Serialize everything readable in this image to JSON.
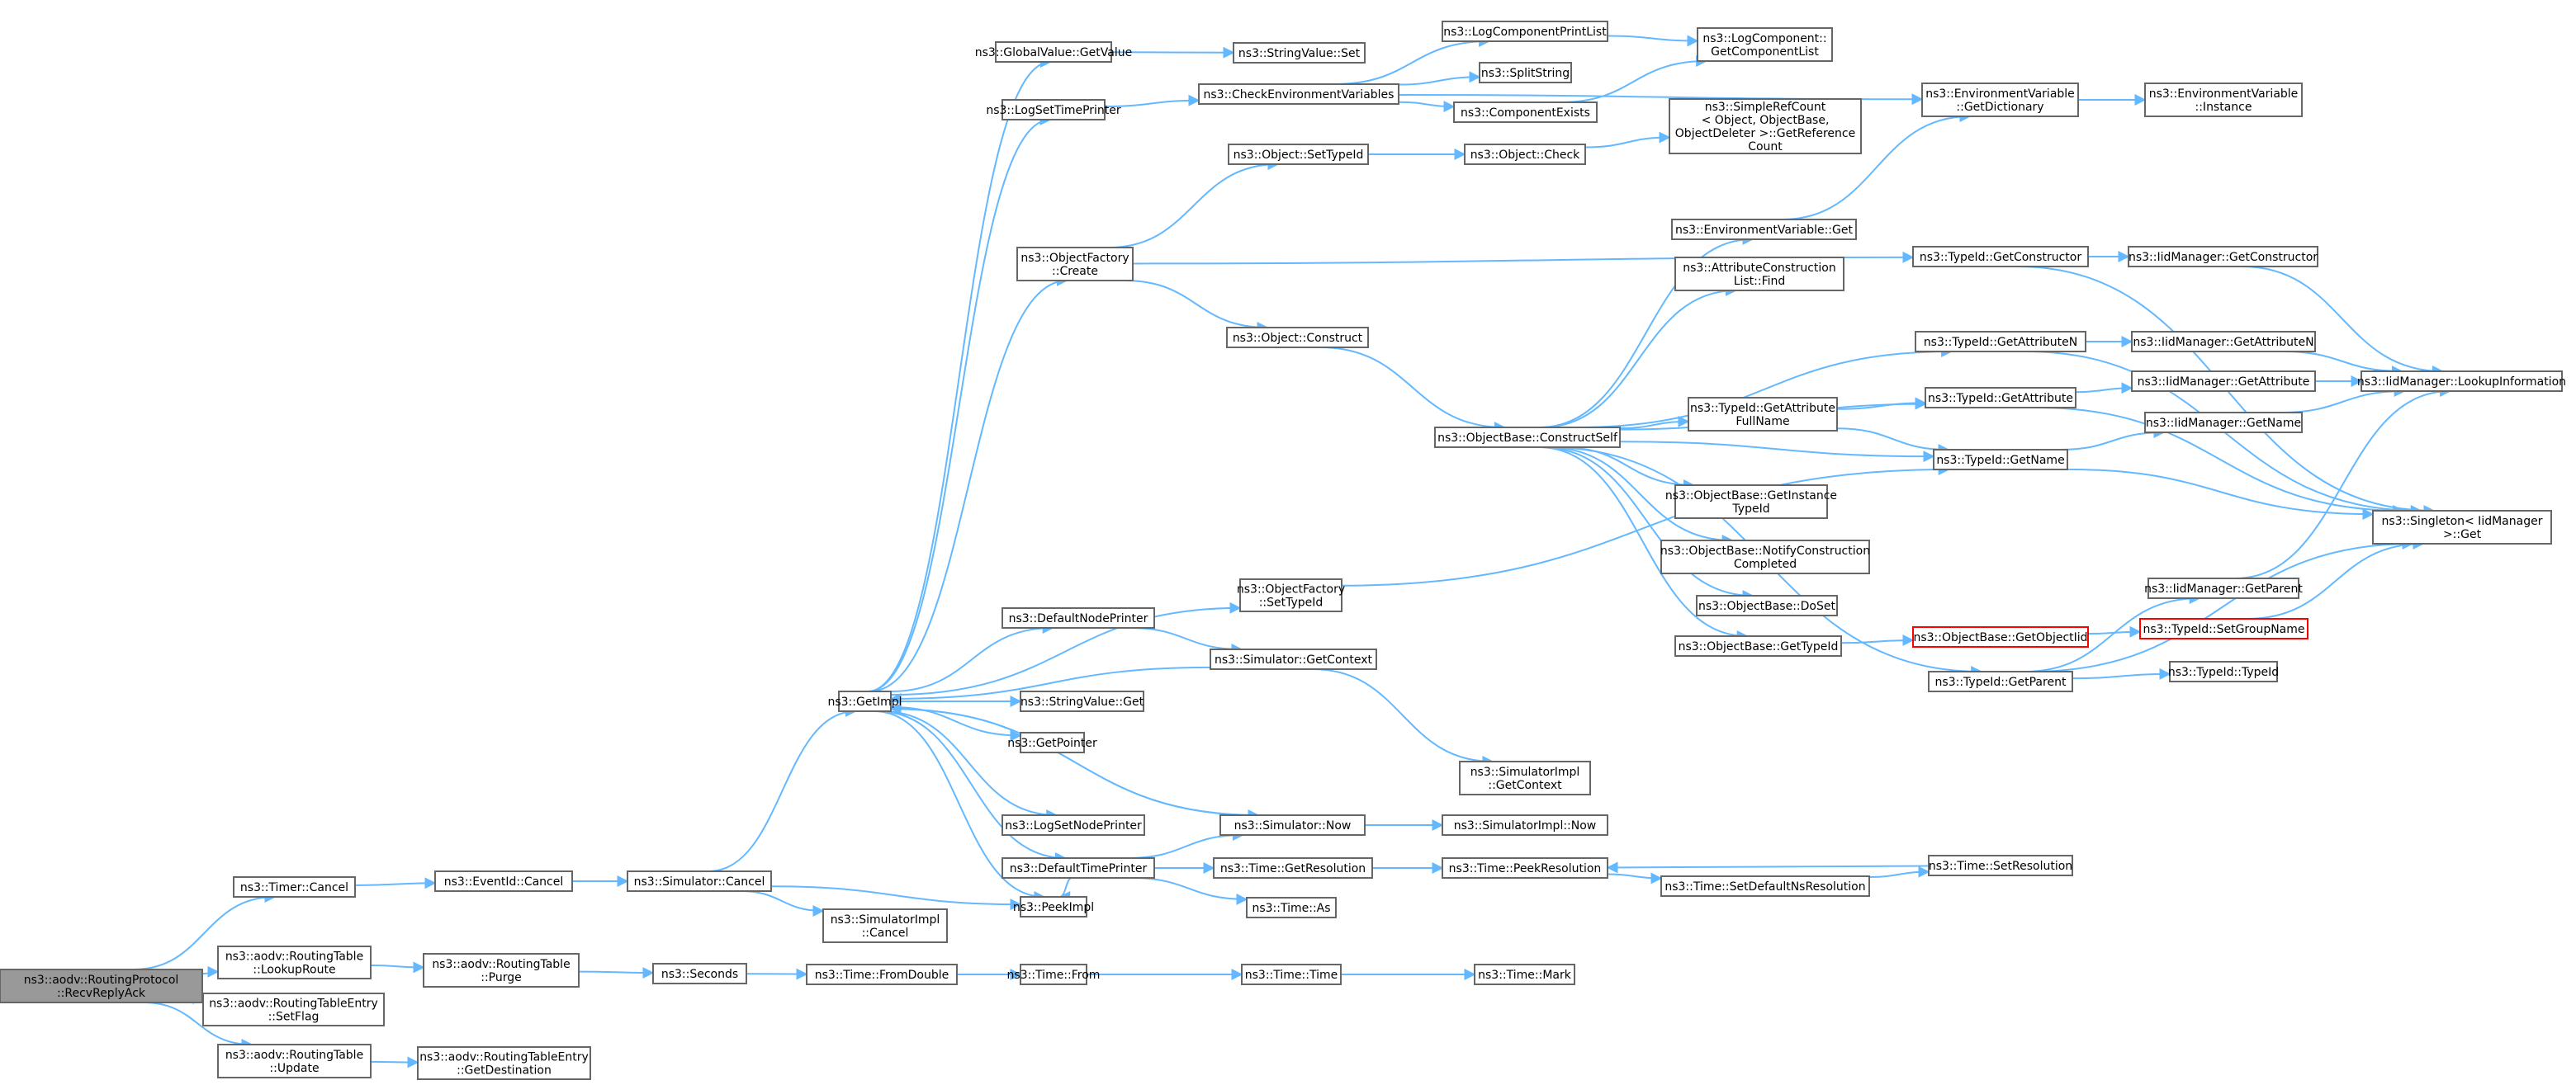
{
  "colors": {
    "edge": "#63b8ff",
    "node_border": "#666666",
    "root_fill": "#999999",
    "highlight_border": "#ff0000",
    "background": "#ffffff"
  },
  "nodes": [
    {
      "id": "recv",
      "lines": [
        "ns3::aodv::RoutingProtocol",
        "::RecvReplyAck"
      ],
      "kind": "root"
    },
    {
      "id": "timer_cancel",
      "lines": [
        "ns3::Timer::Cancel"
      ]
    },
    {
      "id": "lookup_route",
      "lines": [
        "ns3::aodv::RoutingTable",
        "::LookupRoute"
      ]
    },
    {
      "id": "set_flag",
      "lines": [
        "ns3::aodv::RoutingTableEntry",
        "::SetFlag"
      ]
    },
    {
      "id": "rt_update",
      "lines": [
        "ns3::aodv::RoutingTable",
        "::Update"
      ]
    },
    {
      "id": "eventid_cancel",
      "lines": [
        "ns3::EventId::Cancel"
      ]
    },
    {
      "id": "rt_purge",
      "lines": [
        "ns3::aodv::RoutingTable",
        "::Purge"
      ]
    },
    {
      "id": "get_destination",
      "lines": [
        "ns3::aodv::RoutingTableEntry",
        "::GetDestination"
      ]
    },
    {
      "id": "sim_cancel",
      "lines": [
        "ns3::Simulator::Cancel"
      ]
    },
    {
      "id": "seconds",
      "lines": [
        "ns3::Seconds"
      ]
    },
    {
      "id": "simimpl_cancel",
      "lines": [
        "ns3::SimulatorImpl",
        "::Cancel"
      ]
    },
    {
      "id": "time_fromdouble",
      "lines": [
        "ns3::Time::FromDouble"
      ]
    },
    {
      "id": "getimpl",
      "lines": [
        "ns3::GetImpl"
      ]
    },
    {
      "id": "peekimpl",
      "lines": [
        "ns3::PeekImpl"
      ]
    },
    {
      "id": "time_from",
      "lines": [
        "ns3::Time::From"
      ]
    },
    {
      "id": "globalvalue_getvalue",
      "lines": [
        "ns3::GlobalValue::GetValue"
      ]
    },
    {
      "id": "logsettimeprinter",
      "lines": [
        "ns3::LogSetTimePrinter"
      ]
    },
    {
      "id": "objectfactory_create",
      "lines": [
        "ns3::ObjectFactory",
        "::Create"
      ]
    },
    {
      "id": "objectfactory_settypeid",
      "lines": [
        "ns3::ObjectFactory",
        "::SetTypeId"
      ]
    },
    {
      "id": "defaultnodeprinter",
      "lines": [
        "ns3::DefaultNodePrinter"
      ]
    },
    {
      "id": "stringvalue_get",
      "lines": [
        "ns3::StringValue::Get"
      ]
    },
    {
      "id": "getpointer",
      "lines": [
        "ns3::GetPointer"
      ]
    },
    {
      "id": "logsetnodeprinter",
      "lines": [
        "ns3::LogSetNodePrinter"
      ]
    },
    {
      "id": "defaulttimeprinter",
      "lines": [
        "ns3::DefaultTimePrinter"
      ]
    },
    {
      "id": "stringvalue_set",
      "lines": [
        "ns3::StringValue::Set"
      ]
    },
    {
      "id": "checkenvvars",
      "lines": [
        "ns3::CheckEnvironmentVariables"
      ]
    },
    {
      "id": "object_settypeid",
      "lines": [
        "ns3::Object::SetTypeId"
      ]
    },
    {
      "id": "object_construct",
      "lines": [
        "ns3::Object::Construct"
      ]
    },
    {
      "id": "sim_getcontext",
      "lines": [
        "ns3::Simulator::GetContext"
      ]
    },
    {
      "id": "sim_now",
      "lines": [
        "ns3::Simulator::Now"
      ]
    },
    {
      "id": "time_getresolution",
      "lines": [
        "ns3::Time::GetResolution"
      ]
    },
    {
      "id": "time_as",
      "lines": [
        "ns3::Time::As"
      ]
    },
    {
      "id": "time_time",
      "lines": [
        "ns3::Time::Time"
      ]
    },
    {
      "id": "logcompprintlist",
      "lines": [
        "ns3::LogComponentPrintList"
      ]
    },
    {
      "id": "splitstring",
      "lines": [
        "ns3::SplitString"
      ]
    },
    {
      "id": "componentexists",
      "lines": [
        "ns3::ComponentExists"
      ]
    },
    {
      "id": "object_check",
      "lines": [
        "ns3::Object::Check"
      ]
    },
    {
      "id": "objectbase_constructself",
      "lines": [
        "ns3::ObjectBase::ConstructSelf"
      ]
    },
    {
      "id": "simimpl_getcontext",
      "lines": [
        "ns3::SimulatorImpl",
        "::GetContext"
      ]
    },
    {
      "id": "simimpl_now",
      "lines": [
        "ns3::SimulatorImpl::Now"
      ]
    },
    {
      "id": "time_peekresolution",
      "lines": [
        "ns3::Time::PeekResolution"
      ]
    },
    {
      "id": "time_mark",
      "lines": [
        "ns3::Time::Mark"
      ]
    },
    {
      "id": "logcomp_getcomplist",
      "lines": [
        "ns3::LogComponent::",
        "GetComponentList"
      ]
    },
    {
      "id": "simplerefcount",
      "lines": [
        "ns3::SimpleRefCount",
        "< Object, ObjectBase,",
        "ObjectDeleter >::GetReference",
        "Count"
      ]
    },
    {
      "id": "envvar_get",
      "lines": [
        "ns3::EnvironmentVariable::Get"
      ]
    },
    {
      "id": "attrconstrlist_find",
      "lines": [
        "ns3::AttributeConstruction",
        "List::Find"
      ]
    },
    {
      "id": "typeid_getattrfullname",
      "lines": [
        "ns3::TypeId::GetAttribute",
        "FullName"
      ]
    },
    {
      "id": "objectbase_getinstancetypeid",
      "lines": [
        "ns3::ObjectBase::GetInstance",
        "TypeId"
      ]
    },
    {
      "id": "objectbase_notifyconstr",
      "lines": [
        "ns3::ObjectBase::NotifyConstruction",
        "Completed"
      ]
    },
    {
      "id": "objectbase_doset",
      "lines": [
        "ns3::ObjectBase::DoSet"
      ]
    },
    {
      "id": "objectbase_gettypeid",
      "lines": [
        "ns3::ObjectBase::GetTypeId"
      ]
    },
    {
      "id": "time_setdefaultnsres",
      "lines": [
        "ns3::Time::SetDefaultNsResolution"
      ]
    },
    {
      "id": "envvar_getdictionary",
      "lines": [
        "ns3::EnvironmentVariable",
        "::GetDictionary"
      ]
    },
    {
      "id": "typeid_getconstructor",
      "lines": [
        "ns3::TypeId::GetConstructor"
      ]
    },
    {
      "id": "typeid_getattributen",
      "lines": [
        "ns3::TypeId::GetAttributeN"
      ]
    },
    {
      "id": "typeid_getattribute",
      "lines": [
        "ns3::TypeId::GetAttribute"
      ]
    },
    {
      "id": "typeid_getname",
      "lines": [
        "ns3::TypeId::GetName"
      ]
    },
    {
      "id": "objectbase_getobjectiid",
      "lines": [
        "ns3::ObjectBase::GetObjectIid"
      ],
      "kind": "red"
    },
    {
      "id": "typeid_getparent",
      "lines": [
        "ns3::TypeId::GetParent"
      ]
    },
    {
      "id": "time_setresolution",
      "lines": [
        "ns3::Time::SetResolution"
      ]
    },
    {
      "id": "envvar_instance",
      "lines": [
        "ns3::EnvironmentVariable",
        "::Instance"
      ]
    },
    {
      "id": "iidmgr_getconstructor",
      "lines": [
        "ns3::IidManager::GetConstructor"
      ]
    },
    {
      "id": "iidmgr_getattributen",
      "lines": [
        "ns3::IidManager::GetAttributeN"
      ]
    },
    {
      "id": "iidmgr_getattribute",
      "lines": [
        "ns3::IidManager::GetAttribute"
      ]
    },
    {
      "id": "iidmgr_getname",
      "lines": [
        "ns3::IidManager::GetName"
      ]
    },
    {
      "id": "iidmgr_getparent",
      "lines": [
        "ns3::IidManager::GetParent"
      ]
    },
    {
      "id": "typeid_setgroupname",
      "lines": [
        "ns3::TypeId::SetGroupName"
      ],
      "kind": "red"
    },
    {
      "id": "typeid_typeid",
      "lines": [
        "ns3::TypeId::TypeId"
      ]
    },
    {
      "id": "iidmgr_lookupinfo",
      "lines": [
        "ns3::IidManager::LookupInformation"
      ]
    },
    {
      "id": "singleton_get",
      "lines": [
        "ns3::Singleton< IidManager",
        ">::Get"
      ]
    }
  ]
}
